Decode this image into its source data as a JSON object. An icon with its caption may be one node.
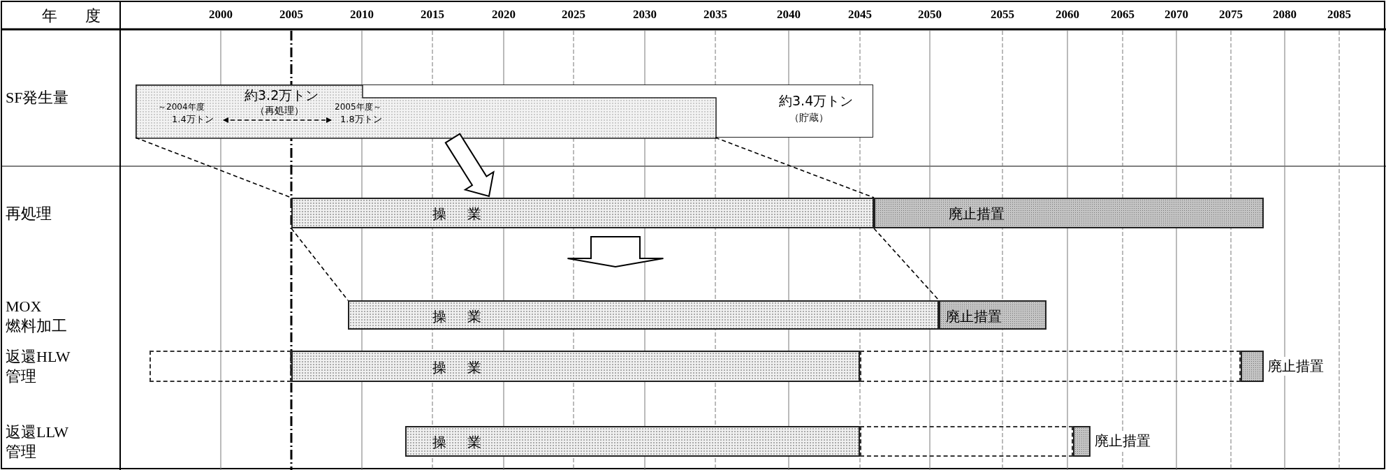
{
  "diagram": {
    "nodes": [
      {
        "text": [
          "約3.4万トン",
          "（貯蔵）"
        ]
      },
      {
        "text": [
          "約3.2万トン",
          "（再処理）"
        ],
        "in": 0
      },
      {
        "text": [
          "～2004年度",
          "1.4万トン"
        ],
        "in": 1
      },
      {
        "text": [
          "2005年度～",
          "1.8万トン"
        ],
        "in": 1
      },
      {
        "text": [
          "操業"
        ]
      },
      {
        "text": [
          "廃止措置"
        ]
      },
      {
        "text": [
          "操業"
        ]
      },
      {
        "text": [
          "廃止措置"
        ]
      },
      {
        "text": [],
        "shape": "box"
      },
      {
        "text": [
          "操業"
        ]
      },
      {
        "text": [],
        "shape": "box"
      },
      {
        "text": [],
        "shape": "bar",
        "beside": [
          "廃止措置"
        ]
      },
      {
        "text": [
          "操業"
        ]
      },
      {
        "text": [],
        "shape": "box"
      },
      {
        "text": [],
        "shape": "bar",
        "beside": [
          "廃止措置"
        ]
      }
    ],
    "edges": [
      {
        "from": 0,
        "to": 4,
        "arrow": "none",
        "style": "dashed"
      },
      {
        "from": 1,
        "to": 4,
        "arrow": "none",
        "style": "dashed"
      },
      {
        "from": 2,
        "to": 3,
        "arrow": "both",
        "style": "dashed"
      },
      {
        "from": 0,
        "to": 4,
        "arrow": "to",
        "style": "thick"
      },
      {
        "from": 4,
        "to": 6,
        "arrow": "none",
        "style": "dashed"
      },
      {
        "from": 4,
        "to": 6,
        "arrow": "none",
        "style": "dashed"
      },
      {
        "from": 4,
        "to": 6,
        "arrow": "to",
        "style": "thick"
      }
    ],
    "labels": [
      "年度",
      "2000",
      "2005",
      "2010",
      "2015",
      "2020",
      "2025",
      "2030",
      "2035",
      "2040",
      "2045",
      "2050",
      "2055",
      "2060",
      "2065",
      "2070",
      "2075",
      "2080",
      "2085",
      "SF発生量",
      "再処理",
      "MOX 燃料加工",
      "返還HLW 管理",
      "返還LLW 管理"
    ]
  }
}
